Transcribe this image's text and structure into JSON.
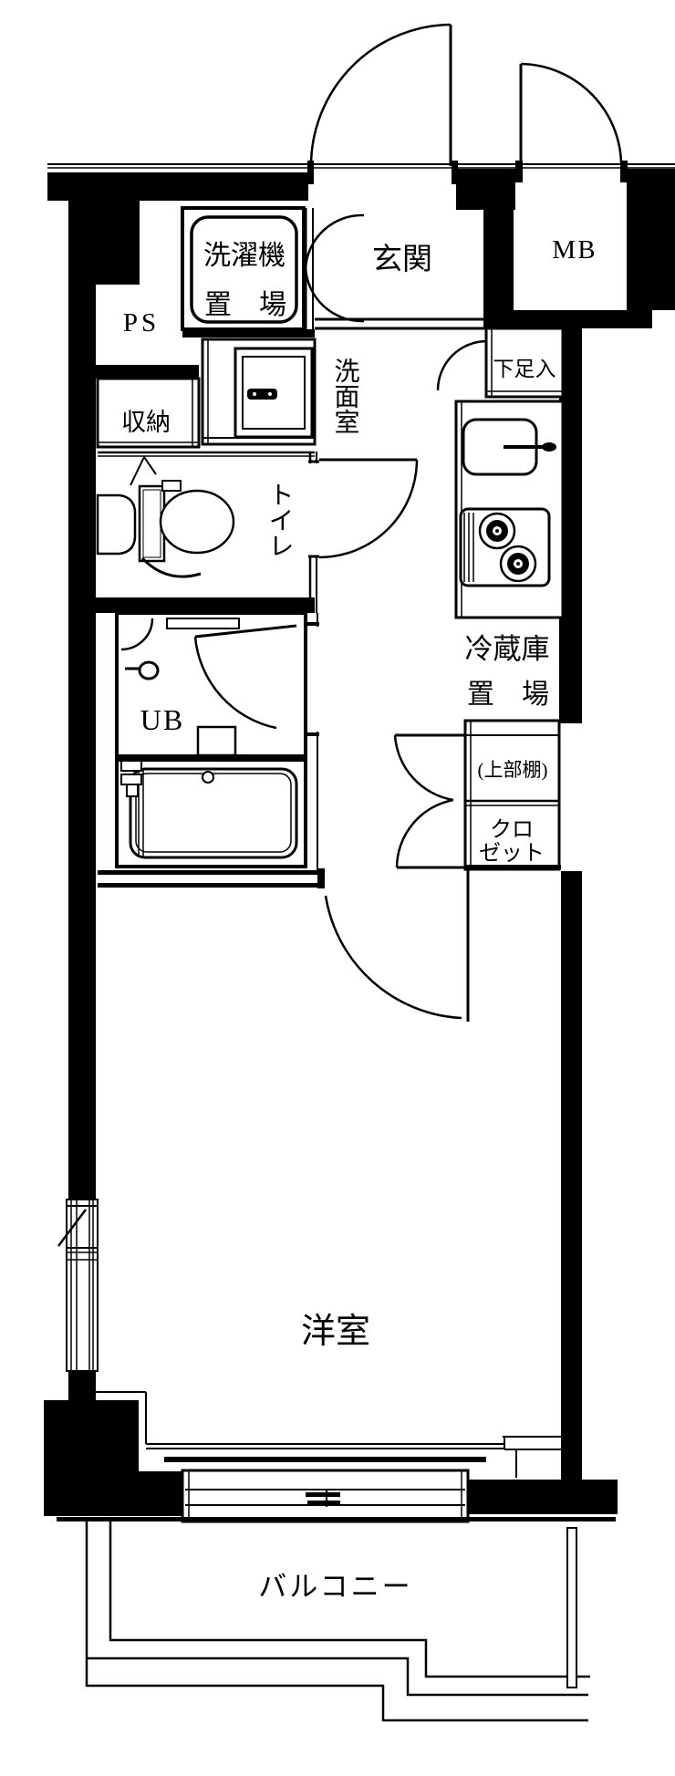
{
  "title": "1K apartment floor plan",
  "colors": {
    "line": "#000000",
    "background": "#ffffff"
  },
  "rooms": {
    "entrance": {
      "label": "玄関"
    },
    "meter_box": {
      "label": "MB"
    },
    "washer": {
      "label_line1": "洗濯機",
      "label_line2": "置　場"
    },
    "pipe_space": {
      "label": "PS"
    },
    "storage": {
      "label": "収納"
    },
    "washroom": {
      "label": "洗面室"
    },
    "shoe_box": {
      "label": "下足入"
    },
    "toilet": {
      "label": "トイレ"
    },
    "fridge": {
      "label_line1": "冷蔵庫",
      "label_line2": "置　場"
    },
    "unit_bath": {
      "label": "UB"
    },
    "upper_shelf": {
      "label": "(上部棚)"
    },
    "closet": {
      "label_line1": "クロ",
      "label_line2": "ゼット"
    },
    "western_room": {
      "label": "洋室"
    },
    "balcony": {
      "label": "バルコニー"
    }
  }
}
